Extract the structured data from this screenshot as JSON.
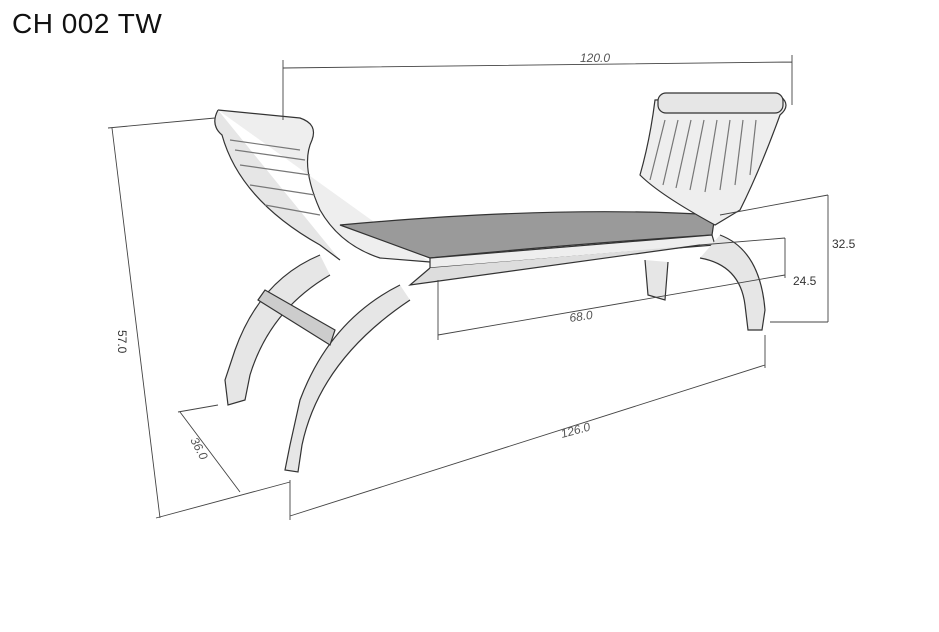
{
  "title": "CH 002 TW",
  "dimensions": {
    "width_top": "120.0",
    "height_total": "57.0",
    "depth": "36.0",
    "length_base": "126.0",
    "seat_length": "68.0",
    "arm_height": "32.5",
    "seat_height": "24.5"
  },
  "colors": {
    "line": "#333333",
    "wood_light": "#e6e6e6",
    "wood_mid": "#c8c8c8",
    "seat": "#9a9a9a"
  }
}
